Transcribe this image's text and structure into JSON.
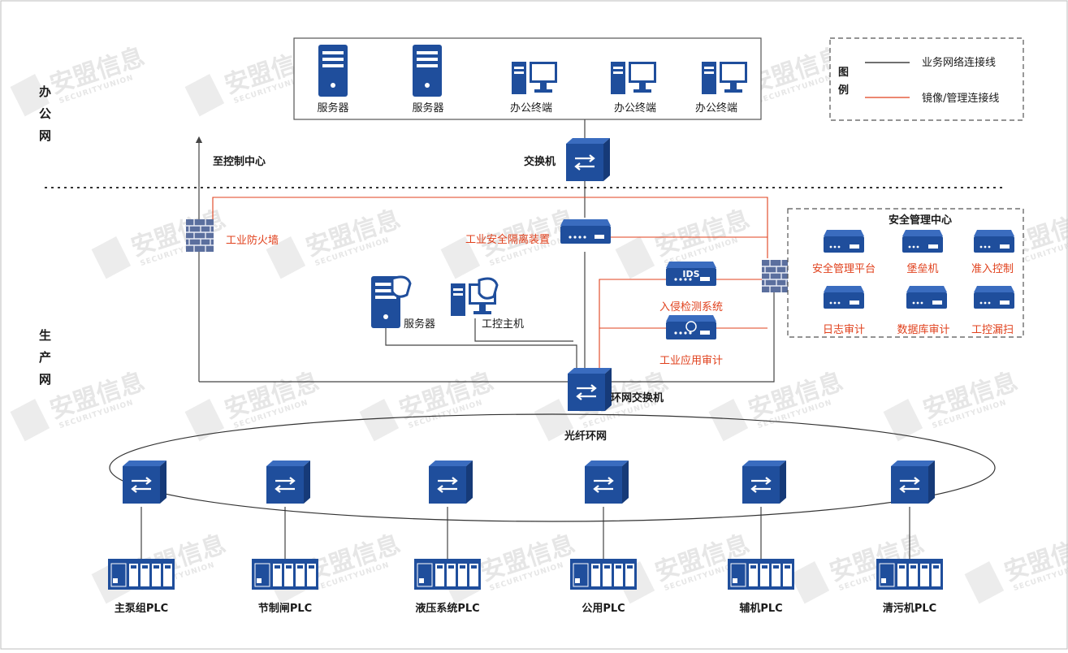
{
  "zones": {
    "office": "办公网",
    "production": "生产网"
  },
  "office": {
    "devices": [
      "服务器",
      "服务器",
      "办公终端",
      "办公终端",
      "办公终端"
    ],
    "switch_label": "交换机",
    "to_control_center": "至控制中心"
  },
  "legend": {
    "title": "图例",
    "business_line": "业务网络连接线",
    "mirror_line": "镜像/管理连接线",
    "colors": {
      "business": "#1a1a1a",
      "mirror": "#e0401c"
    }
  },
  "production": {
    "firewall": "工业防火墙",
    "isolation": "工业安全隔离装置",
    "server": "服务器",
    "host": "工控主机",
    "ids_tag": "IDS",
    "ids": "入侵检测系统",
    "audit": "工业应用审计",
    "ring_switch": "环网交换机",
    "ring": "光纤环网"
  },
  "security_center": {
    "title": "安全管理中心",
    "items": [
      "安全管理平台",
      "堡垒机",
      "准入控制",
      "日志审计",
      "数据库审计",
      "工控漏扫"
    ]
  },
  "plcs": [
    "主泵组PLC",
    "节制闸PLC",
    "液压系统PLC",
    "公用PLC",
    "辅机PLC",
    "清污机PLC"
  ],
  "watermark": {
    "cn": "安盟信息",
    "en": "SECURITYUNION"
  },
  "colors": {
    "device_blue": "#1f4e9c",
    "accent_red": "#e0401c",
    "line_gray": "#7a7a7a"
  }
}
